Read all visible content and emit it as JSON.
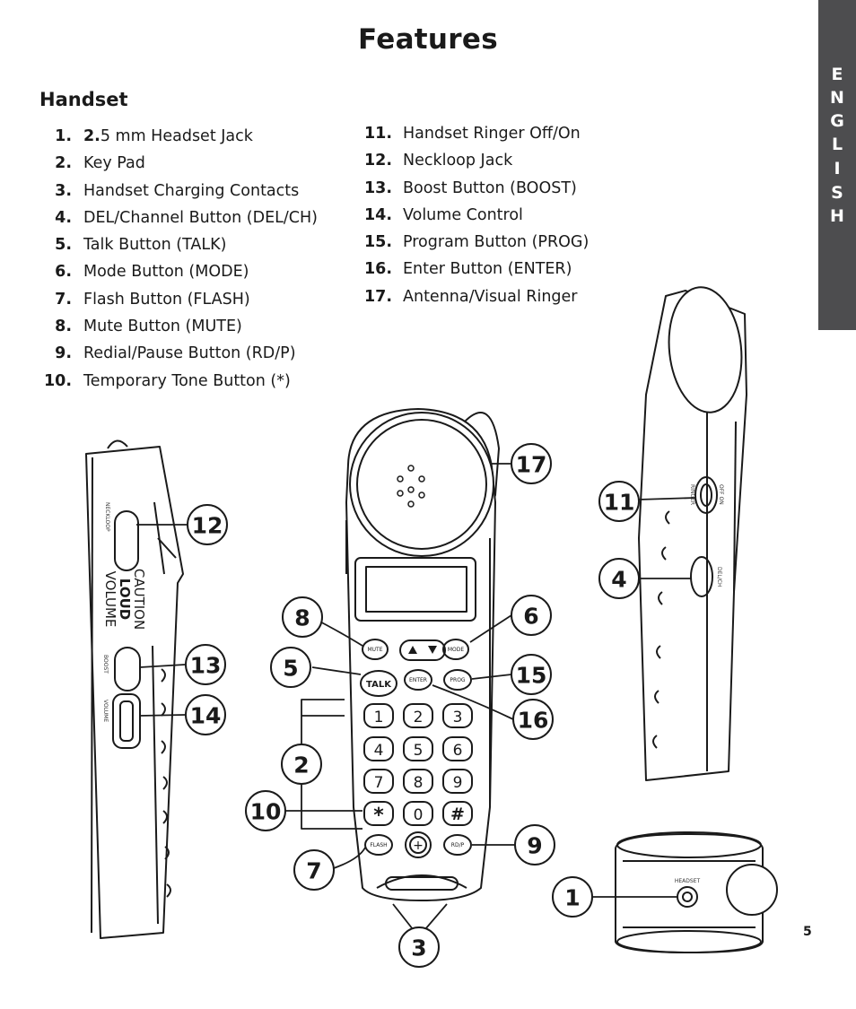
{
  "page": {
    "title": "Features",
    "section": "Handset",
    "page_number": "5",
    "language_tab": [
      "E",
      "N",
      "G",
      "L",
      "I",
      "S",
      "H"
    ]
  },
  "features_left": [
    {
      "num": "1.",
      "label_bold": "2.",
      "label": "5 mm Headset Jack"
    },
    {
      "num": "2.",
      "label_bold": "",
      "label": "Key Pad"
    },
    {
      "num": "3.",
      "label_bold": "",
      "label": "Handset Charging Contacts"
    },
    {
      "num": "4.",
      "label_bold": "",
      "label": "DEL/Channel Button (DEL/CH)"
    },
    {
      "num": "5.",
      "label_bold": "",
      "label": "Talk Button (TALK)"
    },
    {
      "num": "6.",
      "label_bold": "",
      "label": "Mode Button (MODE)"
    },
    {
      "num": "7.",
      "label_bold": "",
      "label": "Flash Button (FLASH)"
    },
    {
      "num": "8.",
      "label_bold": "",
      "label": "Mute Button (MUTE)"
    },
    {
      "num": "9.",
      "label_bold": "",
      "label": "Redial/Pause Button (RD/P)"
    },
    {
      "num": "10.",
      "label_bold": "",
      "label": "Temporary Tone Button (*)"
    }
  ],
  "features_right": [
    {
      "num": "11.",
      "label": "Handset Ringer Off/On"
    },
    {
      "num": "12.",
      "label": "Neckloop Jack"
    },
    {
      "num": "13.",
      "label": "Boost Button (BOOST)"
    },
    {
      "num": "14.",
      "label": "Volume Control"
    },
    {
      "num": "15.",
      "label": "Program Button (PROG)"
    },
    {
      "num": "16.",
      "label": "Enter Button (ENTER)"
    },
    {
      "num": "17.",
      "label": "Antenna/Visual Ringer"
    }
  ],
  "callouts": [
    "12",
    "13",
    "14",
    "8",
    "5",
    "2",
    "10",
    "7",
    "3",
    "6",
    "15",
    "16",
    "9",
    "17",
    "11",
    "4",
    "1"
  ],
  "side_view_text": {
    "caution": "CAUTION",
    "loud": "LOUD",
    "volume": "VOLUME",
    "neckloop": "NECKLOOP",
    "boost": "BOOST",
    "volume_small": "VOLUME"
  },
  "keypad": {
    "keys": [
      "1",
      "2",
      "3",
      "4",
      "5",
      "6",
      "7",
      "8",
      "9",
      "*",
      "0",
      "#"
    ],
    "talk": "TALK",
    "mute": "MUTE",
    "mode": "MODE",
    "enter": "ENTER",
    "prog": "PROG",
    "flash": "FLASH",
    "rdp": "RD/P"
  },
  "other_views_text": {
    "headset": "HEADSET",
    "ringer": "RINGER",
    "off_on": "OFF ON",
    "del_ch": "DEL/CH"
  }
}
